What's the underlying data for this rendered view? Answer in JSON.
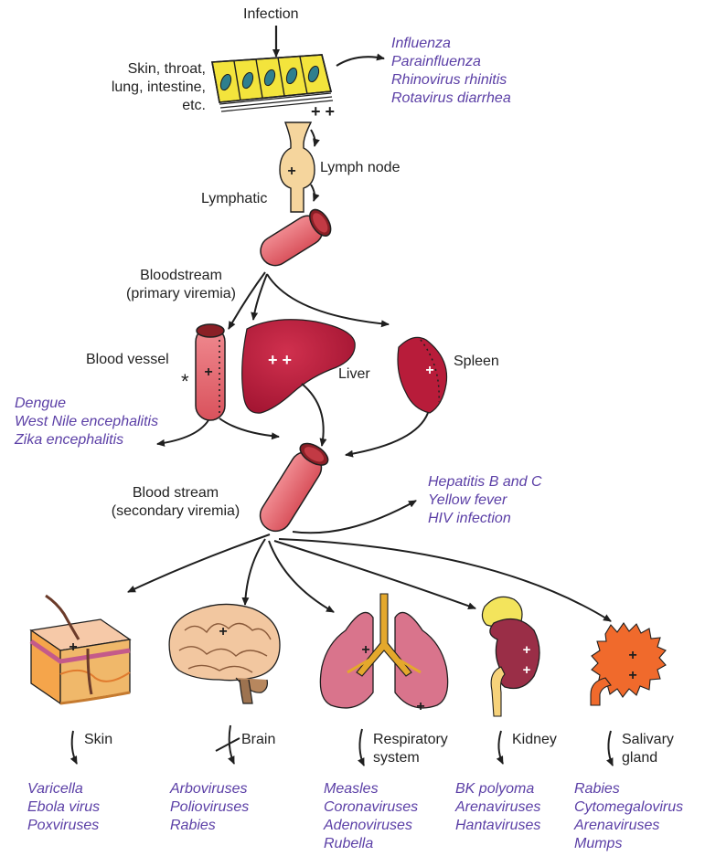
{
  "colors": {
    "virus_text": "#5b3fa6",
    "label_text": "#222222",
    "vessel_fill": "#e9676f",
    "organ_fill": "#b81c3a",
    "arrow": "#1f1f1f",
    "epithelium_fill": "#f3e43c",
    "nucleus_fill": "#2e7f8e"
  },
  "top": {
    "infection": "Infection",
    "entry_sites": [
      "Skin, throat,",
      "lung, intestine,",
      "etc."
    ],
    "lymph_node": "Lymph node",
    "lymphatic": "Lymphatic",
    "viruses": [
      "Influenza",
      "Parainfluenza",
      "Rhinovirus rhinitis",
      "Rotavirus diarrhea"
    ]
  },
  "primary": {
    "bloodstream": [
      "Bloodstream",
      "(primary viremia)"
    ],
    "blood_vessel": "Blood vessel",
    "liver": "Liver",
    "spleen": "Spleen",
    "asterisk": "*",
    "vessel_viruses": [
      "Dengue",
      "West Nile encephalitis",
      "Zika encephalitis"
    ]
  },
  "secondary": {
    "bloodstream": [
      "Blood stream",
      "(secondary viremia)"
    ],
    "viruses": [
      "Hepatitis B and C",
      "Yellow fever",
      "HIV infection"
    ]
  },
  "targets": [
    {
      "icon": "skin-icon",
      "label": [
        "Skin"
      ],
      "viruses": [
        "Varicella",
        "Ebola virus",
        "Poxviruses"
      ]
    },
    {
      "icon": "brain-icon",
      "label": [
        "Brain"
      ],
      "viruses": [
        "Arboviruses",
        "Polioviruses",
        "Rabies"
      ]
    },
    {
      "icon": "lungs-icon",
      "label": [
        "Respiratory",
        "system"
      ],
      "viruses": [
        "Measles",
        "Coronaviruses",
        "Adenoviruses",
        "Rubella"
      ]
    },
    {
      "icon": "kidney-icon",
      "label": [
        "Kidney"
      ],
      "viruses": [
        "BK polyoma",
        "Arenaviruses",
        "Hantaviruses"
      ]
    },
    {
      "icon": "salivary-gland-icon",
      "label": [
        "Salivary",
        "gland"
      ],
      "viruses": [
        "Rabies",
        "Cytomegalovirus",
        "Arenaviruses",
        "Mumps"
      ]
    }
  ],
  "markers": {
    "plus_plus": "+ +",
    "plus": "+"
  }
}
